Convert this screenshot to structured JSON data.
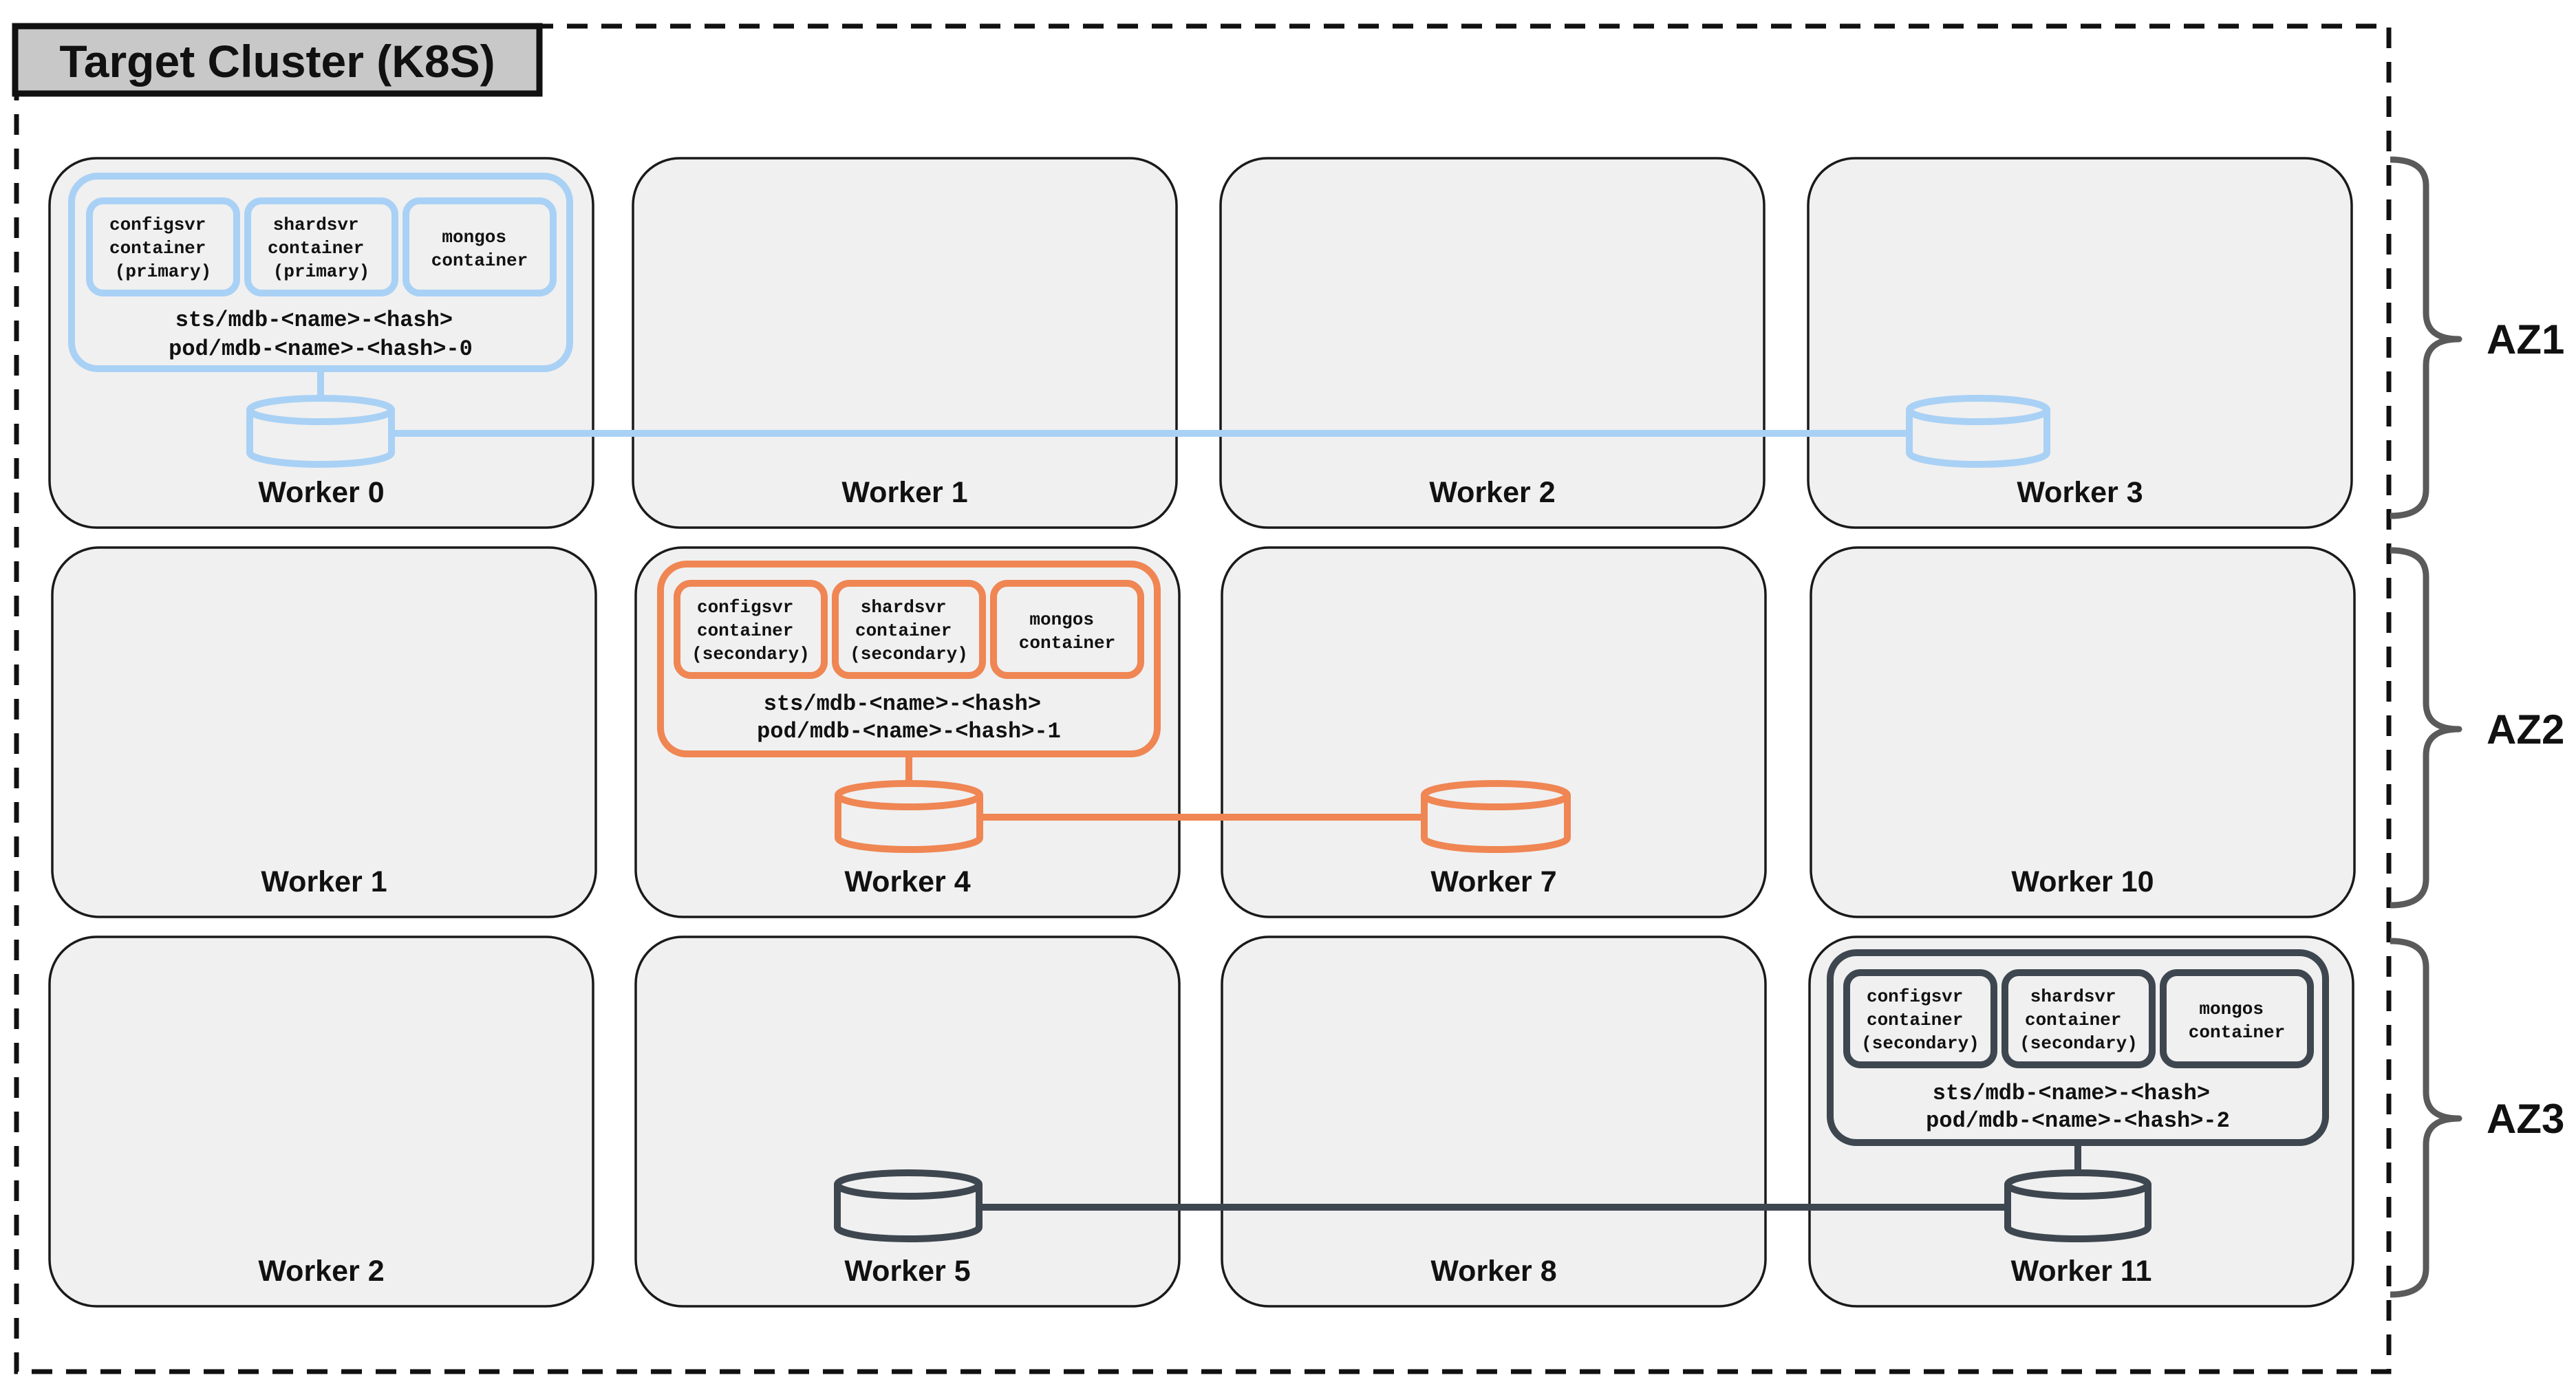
{
  "cluster": {
    "title": "Target Cluster (K8S)"
  },
  "zones": [
    {
      "label": "AZ1"
    },
    {
      "label": "AZ2"
    },
    {
      "label": "AZ3"
    }
  ],
  "workers": [
    {
      "label": "Worker 0"
    },
    {
      "label": "Worker 1"
    },
    {
      "label": "Worker 2"
    },
    {
      "label": "Worker 3"
    },
    {
      "label": "Worker 1"
    },
    {
      "label": "Worker 4"
    },
    {
      "label": "Worker 7"
    },
    {
      "label": "Worker 10"
    },
    {
      "label": "Worker 2"
    },
    {
      "label": "Worker 5"
    },
    {
      "label": "Worker 8"
    },
    {
      "label": "Worker 11"
    }
  ],
  "pods": [
    {
      "color": "#a9d1f5",
      "containers": [
        {
          "lines": [
            "configsvr",
            "container",
            "(primary)"
          ]
        },
        {
          "lines": [
            "shardsvr",
            "container",
            "(primary)"
          ]
        },
        {
          "lines": [
            "mongos",
            "container"
          ]
        }
      ],
      "sts": "sts/mdb-<name>-<hash>",
      "pod": "pod/mdb-<name>-<hash>-0"
    },
    {
      "color": "#ef8653",
      "containers": [
        {
          "lines": [
            "configsvr",
            "container",
            "(secondary)"
          ]
        },
        {
          "lines": [
            "shardsvr",
            "container",
            "(secondary)"
          ]
        },
        {
          "lines": [
            "mongos",
            "container"
          ]
        }
      ],
      "sts": "sts/mdb-<name>-<hash>",
      "pod": "pod/mdb-<name>-<hash>-1"
    },
    {
      "color": "#3e474f",
      "containers": [
        {
          "lines": [
            "configsvr",
            "container",
            "(secondary)"
          ]
        },
        {
          "lines": [
            "shardsvr",
            "container",
            "(secondary)"
          ]
        },
        {
          "lines": [
            "mongos",
            "container"
          ]
        }
      ],
      "sts": "sts/mdb-<name>-<hash>",
      "pod": "pod/mdb-<name>-<hash>-2"
    }
  ],
  "colors": {
    "worker_fill": "#f0f0f0",
    "worker_stroke": "#1a1a1a",
    "title_fill": "#c8c8c9",
    "brace": "#5a5a5a",
    "blue": "#a9d1f5",
    "orange": "#ef8653",
    "dark": "#3e474f"
  }
}
